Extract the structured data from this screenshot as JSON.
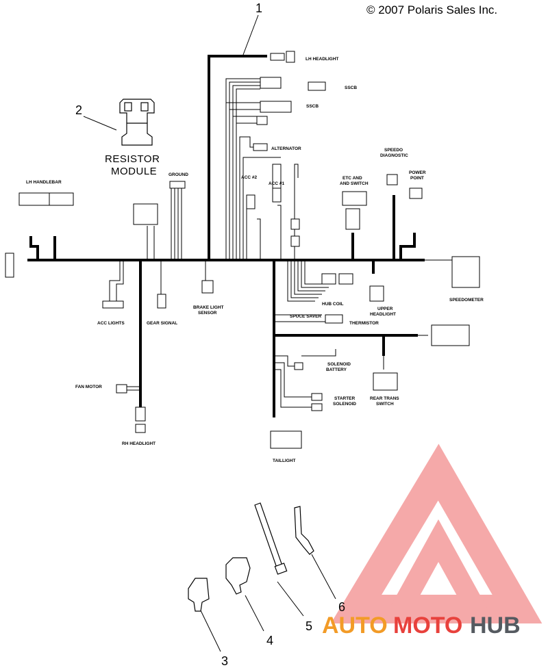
{
  "copyright": "© 2007 Polaris Sales Inc.",
  "callouts": [
    "1",
    "2",
    "3",
    "4",
    "5",
    "6"
  ],
  "resistor_module": {
    "line1": "RESISTOR",
    "line2": "MODULE"
  },
  "labels": {
    "lh_headlight": "LH HEADLIGHT",
    "sscb_1": "SSCB",
    "sscb_2": "SSCB",
    "alternator": "ALTERNATOR",
    "acc2": "ACC #2",
    "acc1": "ACC #1",
    "etc_1": "ETC AND",
    "etc_2": "AND SWITCH",
    "speedo_1": "SPEEDO",
    "speedo_2": "DIAGNOSTIC",
    "power_1": "POWER",
    "power_2": "POINT",
    "lh_handlebar": "LH HANDLEBAR",
    "ground": "GROUND",
    "brake_1": "BRAKE LIGHT",
    "brake_2": "SENSOR",
    "speedometer": "SPEEDOMETER",
    "upper_1": "UPPER",
    "upper_2": "HEADLIGHT",
    "hub_coil": "HUB COIL",
    "brake_saver": "SPUCE SAVER",
    "thermistor": "THERMISTOR",
    "acc_lights": "ACC LIGHTS",
    "gear_signal": "GEAR SIGNAL",
    "solenoid_1": "SOLENOID",
    "solenoid_2": "BATTERY",
    "rear_1": "REAR TRANS",
    "rear_2": "SWITCH",
    "fan_motor": "FAN MOTOR",
    "starter_1": "STARTER",
    "starter_2": "SOLENOID",
    "rh_headlight": "RH HEADLIGHT",
    "taillight": "TAILLIGHT"
  },
  "watermark": {
    "part1": "AUTO",
    "part2": "MOTO",
    "part3": "HUB"
  },
  "colors": {
    "line": "#000000",
    "watermark_red": "#e8413c",
    "watermark_orange": "#f29b27",
    "watermark_gray": "#555a60"
  }
}
